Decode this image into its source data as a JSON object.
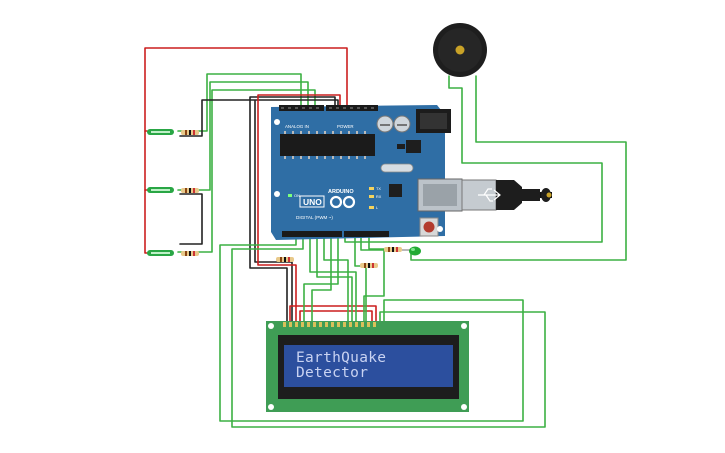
{
  "lcd": {
    "line1": "EarthQuake",
    "line2": "Detector"
  },
  "arduino": {
    "brand": "ARDUINO",
    "model": "UNO",
    "analog_label": "ANALOG IN",
    "power_label": "POWER",
    "digital_label": "DIGITAL (PWM ~)",
    "on_label": "ON",
    "tx_label": "TX",
    "rx_label": "RX",
    "l_label": "L",
    "board_color": "#2f6ea5"
  },
  "components": {
    "sensors": [
      "sensor-x",
      "sensor-y",
      "sensor-z"
    ],
    "buzzer": "piezo-buzzer",
    "led_color": "#22aa33",
    "wire_green": "#3cb043",
    "wire_red": "#cc1f1f",
    "wire_black": "#222222"
  }
}
